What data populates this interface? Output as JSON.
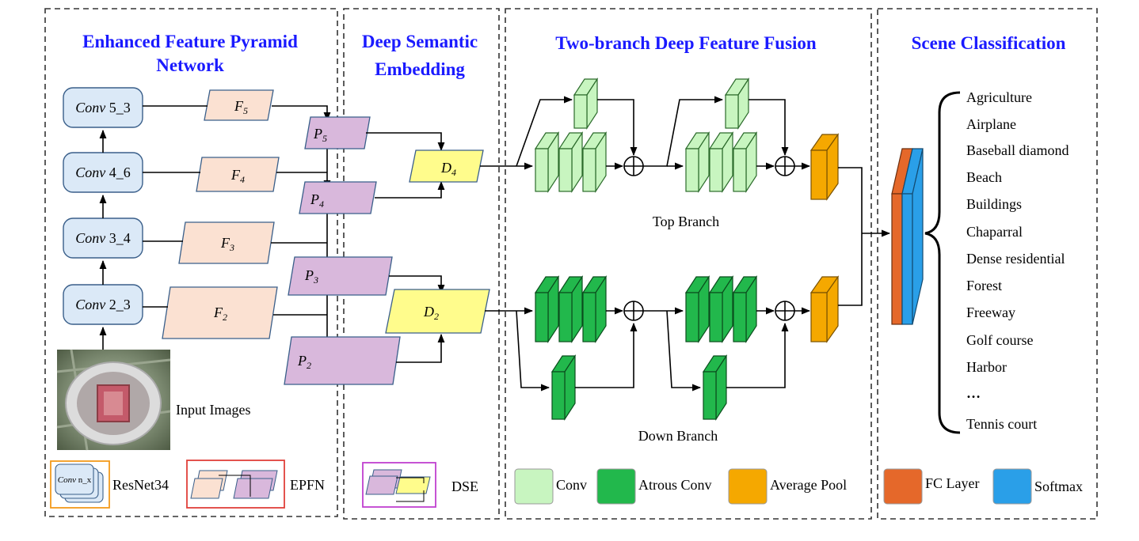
{
  "colors": {
    "title_blue": "#1a1aff",
    "conv_light_green": "#c8f5c0",
    "atrous_green": "#22b84c",
    "avg_pool_orange": "#f5a800",
    "fc_orange": "#e5682a",
    "softmax_blue": "#2a9fe8",
    "feature_peach": "#fbe1d2",
    "pyramid_purple": "#d9b8dc",
    "embed_yellow": "#fffc8c",
    "conv_block_blue": "#dbe9f7",
    "resnet_frame": "#f39a1c",
    "epfn_frame": "#e0403a",
    "dse_frame": "#c040d0"
  },
  "panels": {
    "epfn_title": "Enhanced Feature Pyramid Network",
    "dse_title": "Deep Semantic Embedding",
    "fusion_title": "Two-branch Deep Feature Fusion",
    "cls_title": "Scene Classification"
  },
  "backbone": {
    "c5_conv": "Conv",
    "c5_idx": " 5_3",
    "c4_conv": "Conv",
    "c4_idx": " 4_6",
    "c3_conv": "Conv",
    "c3_idx": " 3_4",
    "c2_conv": "Conv",
    "c2_idx": " 2_3",
    "input_label": "Input Images"
  },
  "features": {
    "f_letter": "F",
    "f5": "5",
    "f4": "4",
    "f3": "3",
    "f2": "2",
    "p_letter": "P",
    "p5": "5",
    "p4": "4",
    "p3": "3",
    "p2": "2",
    "d_letter": "D",
    "d4": "4",
    "d2": "2"
  },
  "branches": {
    "top": "Top Branch",
    "down": "Down Branch"
  },
  "classes": [
    "Agriculture",
    "Airplane",
    "Baseball diamond",
    "Beach",
    "Buildings",
    "Chaparral",
    "Dense residential",
    "Forest",
    "Freeway",
    "Golf course",
    "Harbor",
    "…",
    "Tennis court"
  ],
  "legend": {
    "mini_conv": "Conv",
    "mini_nx": " n_x",
    "resnet": "ResNet34",
    "epfn": "EPFN",
    "dse": "DSE",
    "conv": "Conv",
    "atrous": "Atrous Conv",
    "avg_pool": "Average Pool",
    "fc": "FC Layer",
    "softmax": "Softmax"
  }
}
